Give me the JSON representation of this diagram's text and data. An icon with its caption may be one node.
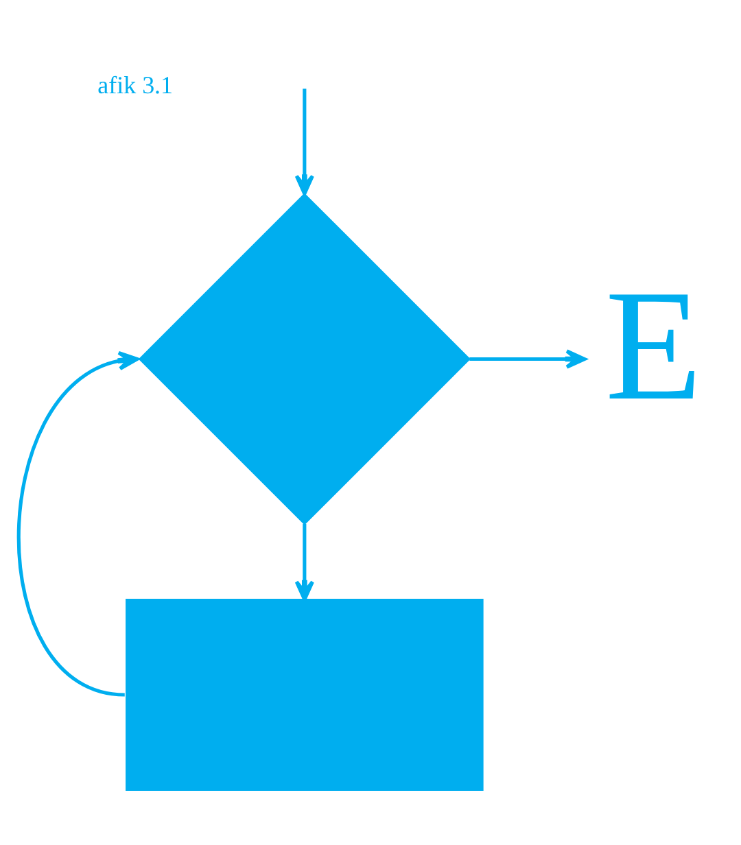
{
  "diagram": {
    "nodes": [
      {
        "text": [],
        "shape": "diamond"
      },
      {
        "text": [
          "E"
        ]
      },
      {
        "text": [],
        "shape": "box"
      }
    ],
    "edges": [
      {
        "from": null,
        "to": 0,
        "arrow": "to"
      },
      {
        "from": 0,
        "to": 1,
        "arrow": "to"
      },
      {
        "from": 0,
        "to": 2,
        "arrow": "to"
      },
      {
        "from": 2,
        "to": 0,
        "arrow": "to"
      }
    ],
    "labels": [
      "afik 3.1"
    ]
  }
}
